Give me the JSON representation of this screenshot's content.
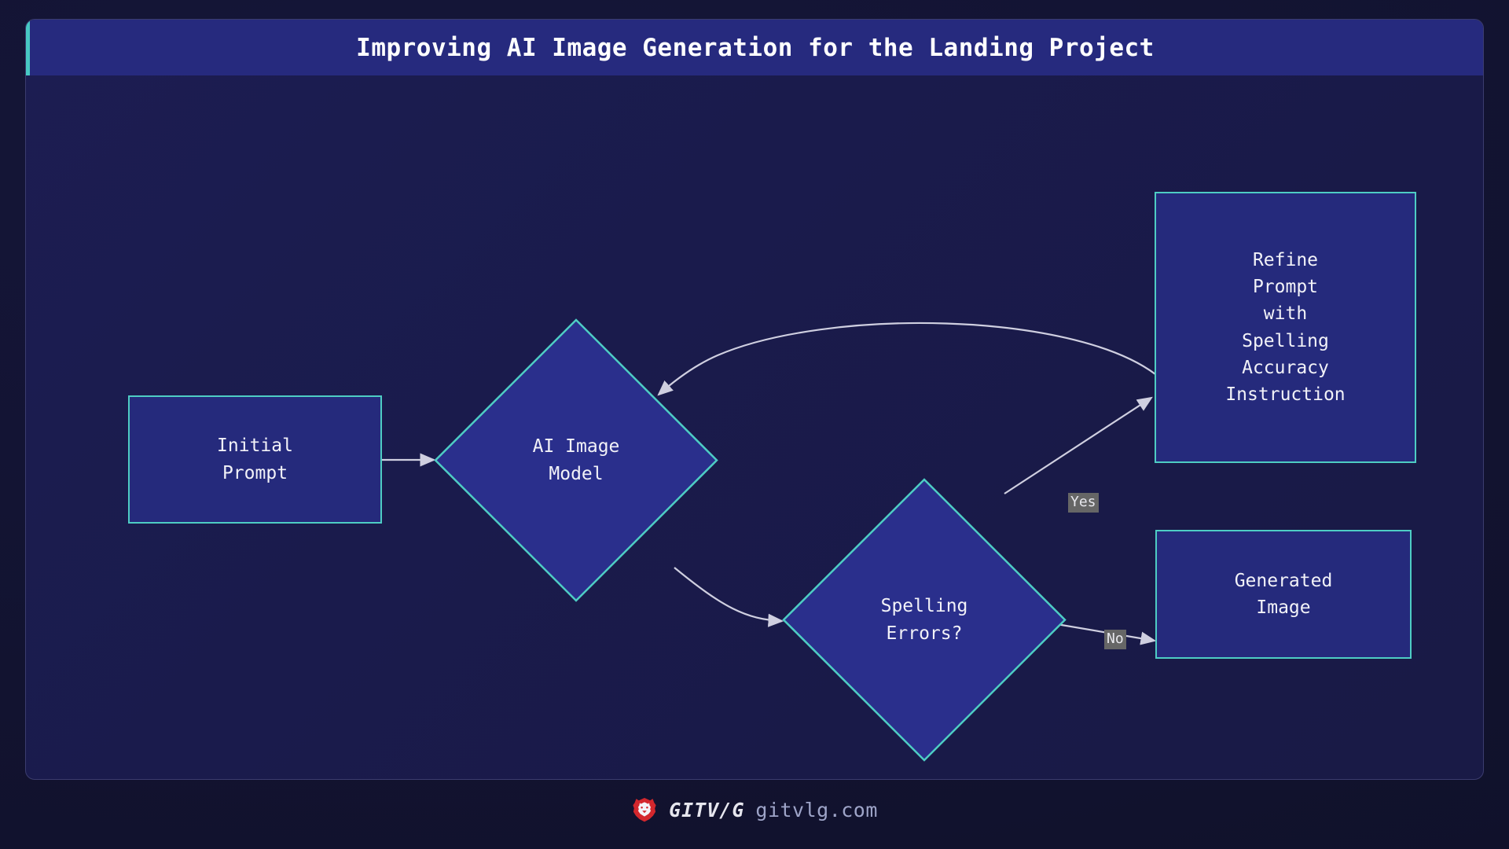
{
  "header": {
    "title": "Improving AI Image Generation for the Landing Project",
    "accent_color": "#47c8c4"
  },
  "theme": {
    "page_background": "#12132e",
    "card_background": "#1a1b4c",
    "header_background": "#262a7e",
    "node_fill": "#252a7c",
    "node_border": "#4ecdc4",
    "node_text": "#f2f2f8",
    "edge_color": "#cfcfe0",
    "edge_label_background": "#666666"
  },
  "chart_data": {
    "type": "diagram",
    "diagram_kind": "flowchart",
    "title": "Improving AI Image Generation for the Landing Project",
    "nodes": [
      {
        "id": "initial_prompt",
        "shape": "rectangle",
        "label": "Initial\nPrompt"
      },
      {
        "id": "ai_image_model",
        "shape": "diamond",
        "label": "AI Image\nModel"
      },
      {
        "id": "spelling_errors",
        "shape": "diamond",
        "label": "Spelling\nErrors?"
      },
      {
        "id": "refine_prompt",
        "shape": "rectangle",
        "label": "Refine\nPrompt\nwith\nSpelling\nAccuracy\nInstruction"
      },
      {
        "id": "generated_image",
        "shape": "rectangle",
        "label": "Generated\nImage"
      }
    ],
    "edges": [
      {
        "from": "initial_prompt",
        "to": "ai_image_model",
        "label": "",
        "style": "straight"
      },
      {
        "from": "ai_image_model",
        "to": "spelling_errors",
        "label": "",
        "style": "curved"
      },
      {
        "from": "spelling_errors",
        "to": "refine_prompt",
        "label": "Yes",
        "style": "straight"
      },
      {
        "from": "spelling_errors",
        "to": "generated_image",
        "label": "No",
        "style": "straight"
      },
      {
        "from": "refine_prompt",
        "to": "ai_image_model",
        "label": "",
        "style": "curved"
      }
    ]
  },
  "nodes": {
    "initial_prompt": {
      "label": "Initial\nPrompt"
    },
    "ai_image_model": {
      "label": "AI Image\nModel"
    },
    "spelling_errors": {
      "label": "Spelling\nErrors?"
    },
    "refine_prompt": {
      "label": "Refine\nPrompt\nwith\nSpelling\nAccuracy\nInstruction"
    },
    "generated_image": {
      "label": "Generated\nImage"
    }
  },
  "edge_labels": {
    "yes": "Yes",
    "no": "No"
  },
  "footer": {
    "brand": "GITV/G",
    "url": "gitvlg.com",
    "logo_icon": "lion-head-icon",
    "logo_color": "#d3272d"
  }
}
